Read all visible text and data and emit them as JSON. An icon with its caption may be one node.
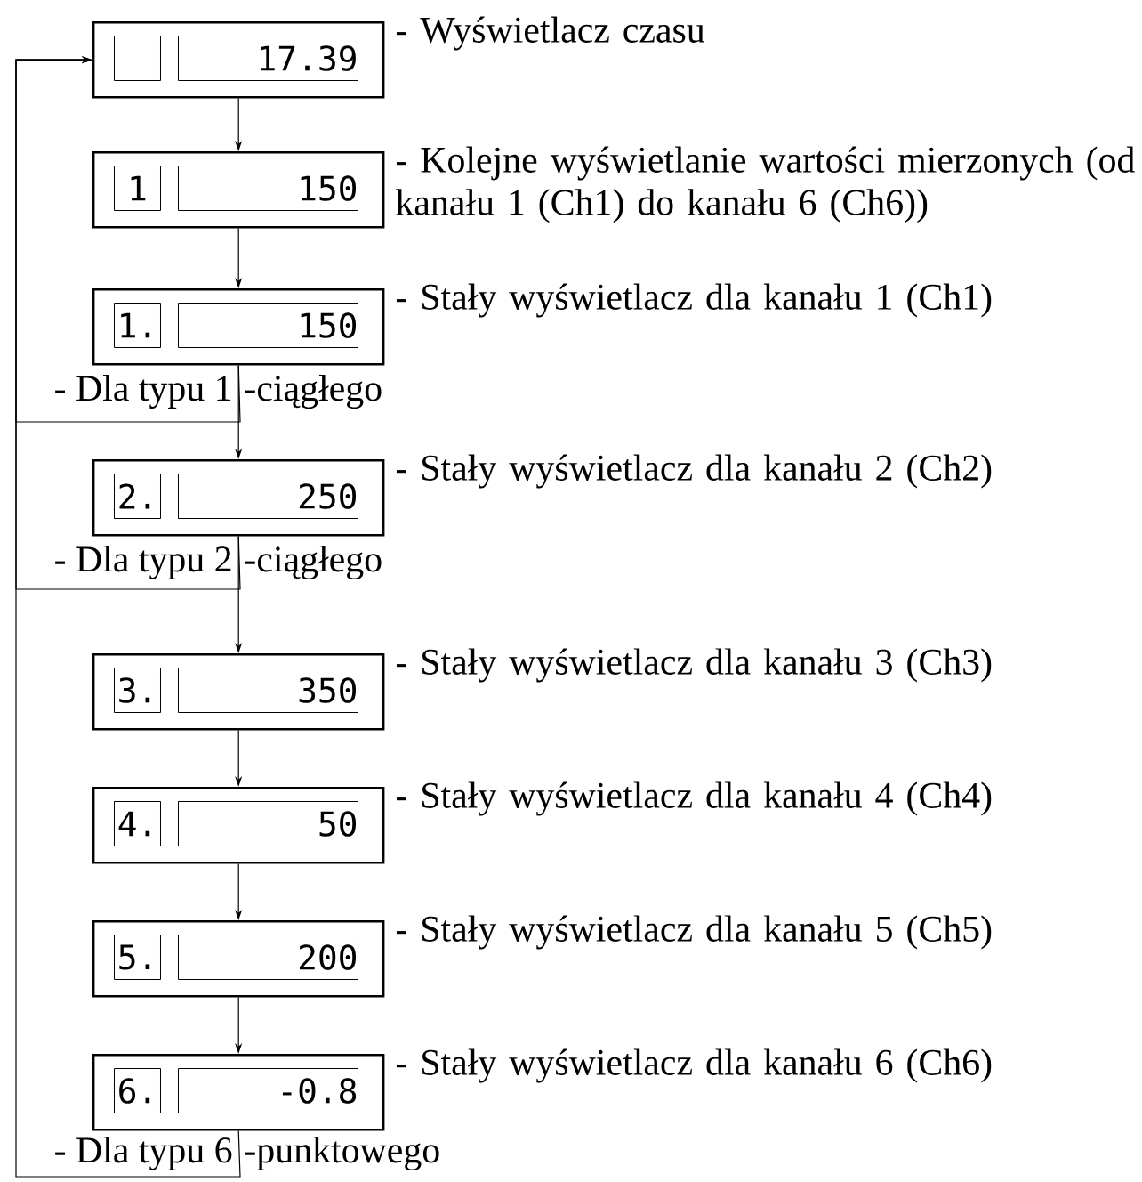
{
  "diagram": {
    "nodes": [
      {
        "text": [],
        "shape": "box",
        "beside": [
          "- Wyświetlacz czasu"
        ]
      },
      {
        "text": [],
        "shape": "box",
        "in": 0
      },
      {
        "text": [
          "17.39"
        ],
        "in": 0
      },
      {
        "text": [],
        "shape": "box",
        "beside": [
          "- Kolejne wyświetlanie wartości mierzonych (od kanału 1 (Ch1) do kanału 6 (Ch6))"
        ]
      },
      {
        "text": [
          "1"
        ],
        "in": 3
      },
      {
        "text": [
          "150"
        ],
        "in": 3
      },
      {
        "text": [],
        "shape": "box",
        "beside": [
          "- Stały wyświetlacz dla kanału 1 (Ch1)"
        ]
      },
      {
        "text": [
          "1."
        ],
        "in": 6
      },
      {
        "text": [
          "150"
        ],
        "in": 6
      },
      {
        "text": [],
        "shape": "box",
        "beside": [
          "- Stały wyświetlacz dla kanału 2 (Ch2)"
        ]
      },
      {
        "text": [
          "2."
        ],
        "in": 9
      },
      {
        "text": [
          "250"
        ],
        "in": 9
      },
      {
        "text": [],
        "shape": "box",
        "beside": [
          "- Stały wyświetlacz dla kanału 3 (Ch3)"
        ]
      },
      {
        "text": [
          "3."
        ],
        "in": 12
      },
      {
        "text": [
          "350"
        ],
        "in": 12
      },
      {
        "text": [],
        "shape": "box",
        "beside": [
          "- Stały wyświetlacz dla kanału 4 (Ch4)"
        ]
      },
      {
        "text": [
          "4."
        ],
        "in": 15
      },
      {
        "text": [
          "50"
        ],
        "in": 15
      },
      {
        "text": [],
        "shape": "box",
        "beside": [
          "- Stały wyświetlacz dla kanału 5 (Ch5)"
        ]
      },
      {
        "text": [
          "5."
        ],
        "in": 18
      },
      {
        "text": [
          "200"
        ],
        "in": 18
      },
      {
        "text": [],
        "shape": "box",
        "beside": [
          "- Stały wyświetlacz dla kanału 6 (Ch6)"
        ]
      },
      {
        "text": [
          "6."
        ],
        "in": 21
      },
      {
        "text": [
          "-0.8"
        ],
        "in": 21
      }
    ],
    "edges": [
      {
        "from": 0,
        "to": 3,
        "arrow": "to"
      },
      {
        "from": 3,
        "to": 6,
        "arrow": "to"
      },
      {
        "from": 6,
        "to": 9,
        "arrow": "to"
      },
      {
        "from": 9,
        "to": 12,
        "arrow": "to"
      },
      {
        "from": 12,
        "to": 15,
        "arrow": "to"
      },
      {
        "from": 15,
        "to": 18,
        "arrow": "to"
      },
      {
        "from": 18,
        "to": 21,
        "arrow": "to"
      },
      {
        "from": 6,
        "to": 0,
        "arrow": "to"
      },
      {
        "from": 9,
        "to": 0,
        "arrow": "to"
      },
      {
        "from": 21,
        "to": 0,
        "arrow": "to"
      }
    ],
    "labels": [
      "- Dla typu 1",
      "-ciągłego",
      "- Dla typu 2",
      "-ciągłego",
      "- Dla typu 6",
      "-punktowego"
    ]
  }
}
